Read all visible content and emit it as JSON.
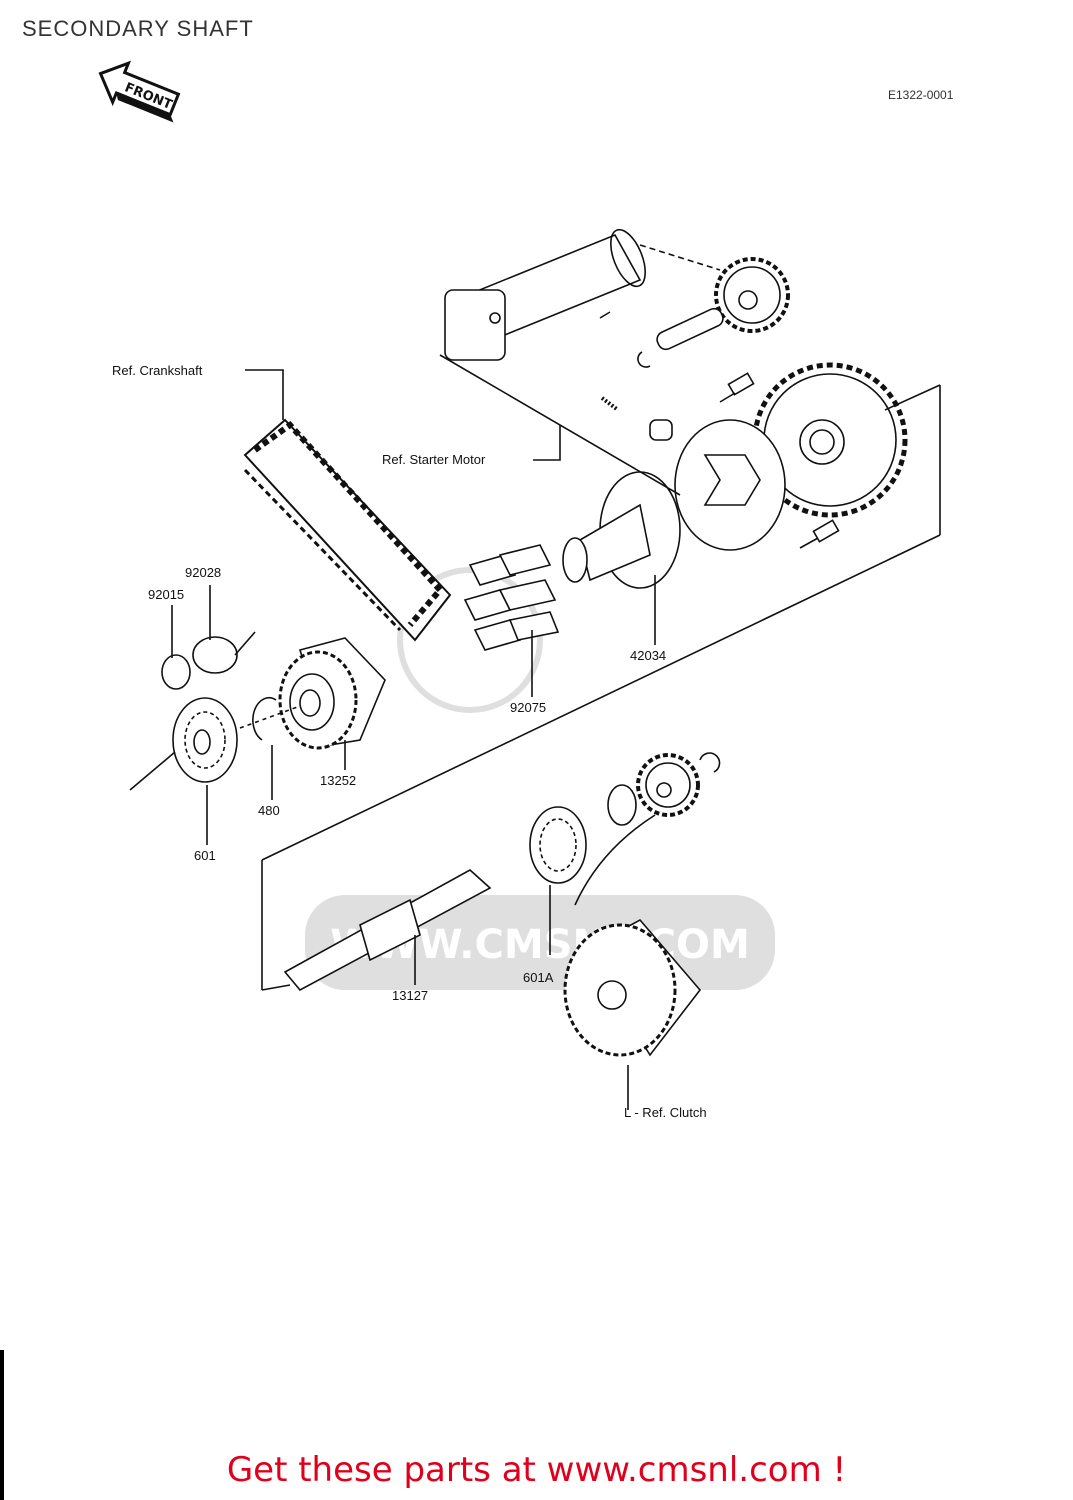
{
  "header": {
    "title": "SECONDARY SHAFT",
    "diagram_code": "E1322-0001"
  },
  "front_badge": {
    "text": "FRONT"
  },
  "labels": {
    "ref_crankshaft": "Ref.  Crankshaft",
    "ref_starter_motor": "Ref.  Starter Motor",
    "ref_clutch": "L - Ref.  Clutch",
    "p42034": "42034",
    "p92075": "92075",
    "p92028": "92028",
    "p92015": "92015",
    "p480": "480",
    "p13252": "13252",
    "p601": "601",
    "p601A": "601A",
    "p13127": "13127"
  },
  "watermark": {
    "text": "WWW.CMSNL.COM"
  },
  "footer": {
    "cta": "Get these parts at www.cmsnl.com !"
  },
  "colors": {
    "line": "#111111",
    "cta": "#e0001b",
    "watermark": "#d8d8d8"
  }
}
